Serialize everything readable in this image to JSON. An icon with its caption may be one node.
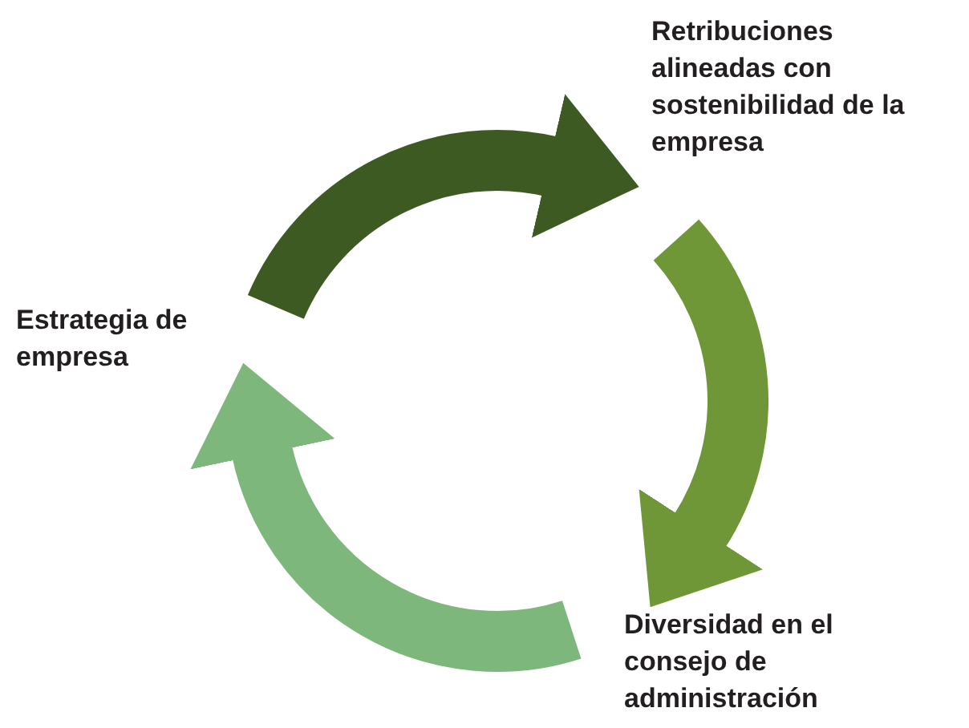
{
  "diagram": {
    "nodes": [
      {
        "text": [
          "Estrategia de empresa"
        ]
      },
      {
        "text": [
          "Retribuciones alineadas con sostenibilidad de la empresa"
        ]
      },
      {
        "text": [
          "Diversidad en el consejo de administración"
        ]
      }
    ],
    "edges": [
      {
        "from": 0,
        "to": 1,
        "arrow": "to",
        "color": "#3e5a23"
      },
      {
        "from": 1,
        "to": 2,
        "arrow": "to",
        "color": "#6f9637"
      },
      {
        "from": 2,
        "to": 0,
        "arrow": "to",
        "color": "#7db77c"
      }
    ]
  }
}
